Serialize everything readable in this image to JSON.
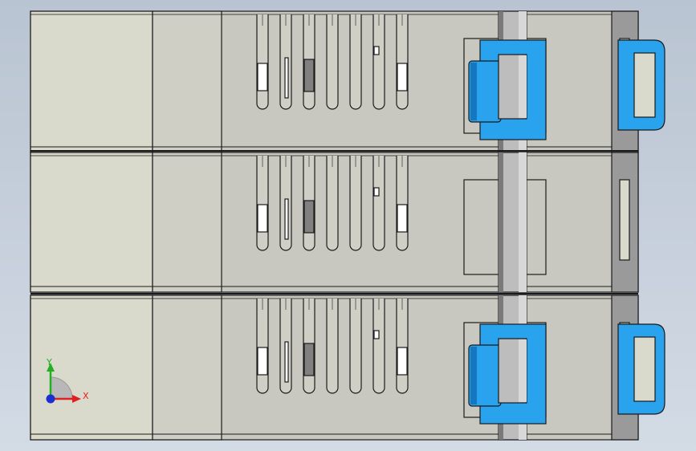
{
  "viewport": {
    "background_top": "#b9c4d2",
    "background_bottom": "#d3dbe5"
  },
  "model": {
    "module_count": 3,
    "slots_per_module": 7,
    "colors": {
      "body": "#c8c8c0",
      "body_left": "#d9d9cc",
      "body_mid": "#cfcfc6",
      "edge": "#1a1a1a",
      "clip_blue": "#29a3ee",
      "clip_blue_dark": "#1577bf",
      "rail_grey": "#bdbdbd",
      "rail_shadow": "#7a7a7a",
      "window_white": "#ffffff",
      "window_dark": "#808080",
      "end_cap": "#9a9a9a"
    },
    "modules": [
      {
        "has_clip": true
      },
      {
        "has_clip": false
      },
      {
        "has_clip": true
      }
    ]
  },
  "triad": {
    "x_label": "X",
    "y_label": "Y",
    "x_color": "#e02020",
    "y_color": "#20b020",
    "origin_color": "#1a2fd0"
  }
}
